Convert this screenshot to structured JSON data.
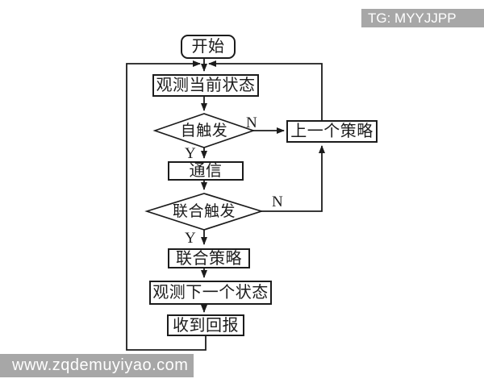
{
  "diagram": {
    "nodes": {
      "start": "开始",
      "observe_current": "观测当前状态",
      "self_trigger": "自触发",
      "communication": "通信",
      "joint_trigger": "联合触发",
      "joint_policy": "联合策略",
      "observe_next": "观测下一个状态",
      "receive_reward": "收到回报",
      "previous_policy": "上一个策略"
    },
    "branches": {
      "self_trigger_yes": "Y",
      "self_trigger_no": "N",
      "joint_trigger_yes": "Y",
      "joint_trigger_no": "N"
    },
    "colors": {
      "line": "#1c1c1c",
      "node_fill": "#ffffff",
      "background": "#ffffff"
    }
  },
  "watermarks": {
    "top_right": {
      "text": "TG: MYYJJPP",
      "background": "#a7a7a7",
      "color": "#ffffff"
    },
    "bottom_left": {
      "text": "www.zqdemuyiyao.com",
      "background": "#a7a7a7",
      "color": "#ffffff"
    }
  }
}
